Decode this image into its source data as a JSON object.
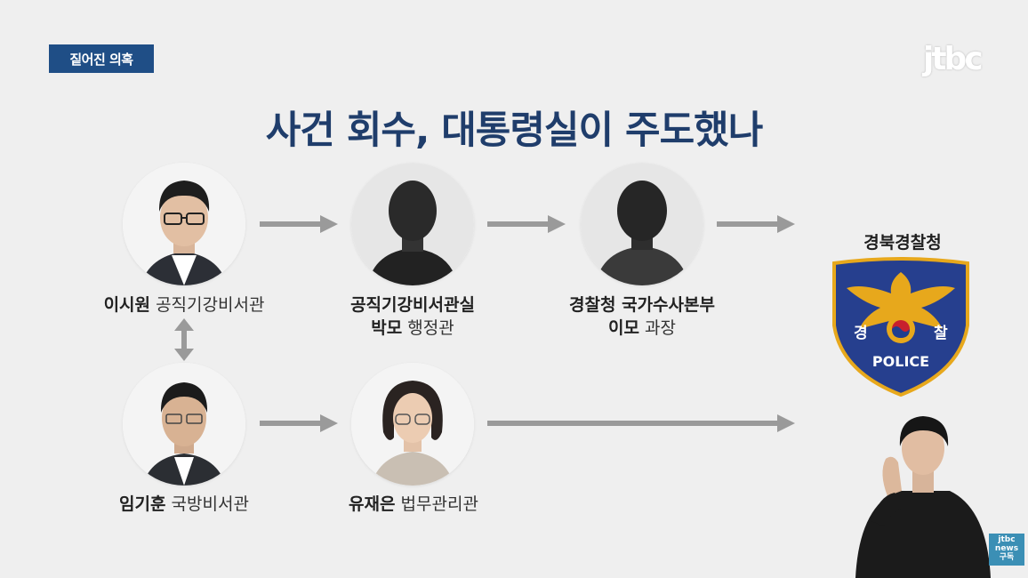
{
  "header": {
    "tag": "짙어진 의혹",
    "brand": "jtbc"
  },
  "title": "사건 회수, 대통령실이 주도했나",
  "people": {
    "p1": {
      "name": "이시원",
      "role": "공직기강비서관"
    },
    "p2": {
      "line1": "공직기강비서관실",
      "name": "박모",
      "role": "행정관"
    },
    "p3": {
      "line1": "경찰청 국가수사본부",
      "name": "이모",
      "role": "과장"
    },
    "p4": {
      "name": "임기훈",
      "role": "국방비서관"
    },
    "p5": {
      "name": "유재은",
      "role": "법무관리관"
    }
  },
  "destination": {
    "name": "경북경찰청",
    "badge_left": "경",
    "badge_right": "찰",
    "badge_text": "POLICE"
  },
  "corner_logo": {
    "line1": "jtbc",
    "line2": "news",
    "line3": "구독"
  },
  "colors": {
    "title": "#1f3d6b",
    "tag_bg": "#1f4e86",
    "arrow": "#9a9a9a",
    "badge_navy": "#263f8e",
    "badge_gold": "#e7a81c"
  }
}
